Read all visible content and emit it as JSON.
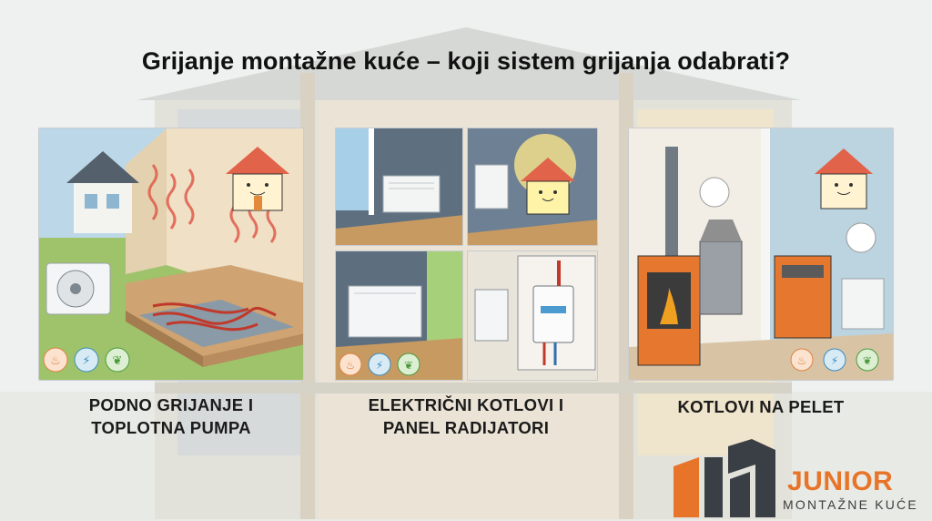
{
  "title": "Grijanje montažne kuće – koji sistem grijanja odabrati?",
  "sections": [
    {
      "caption_line1": "PODNO GRIJANJE I",
      "caption_line2": "TOPLOTNA PUMPA"
    },
    {
      "caption_line1": "ELEKTRIČNI KOTLOVI I",
      "caption_line2": "PANEL RADIJATORI"
    },
    {
      "caption_line1": "KOTLOVI NA PELET",
      "caption_line2": ""
    }
  ],
  "logo": {
    "name": "JUNIOR",
    "subtitle": "MONTAŽNE KUĆE"
  },
  "colors": {
    "accent": "#e8742a",
    "dark": "#3a3f45",
    "wall": "#efe2c8"
  },
  "icons": [
    "hand-heat-icon",
    "energy-icon",
    "leaf-icon"
  ]
}
